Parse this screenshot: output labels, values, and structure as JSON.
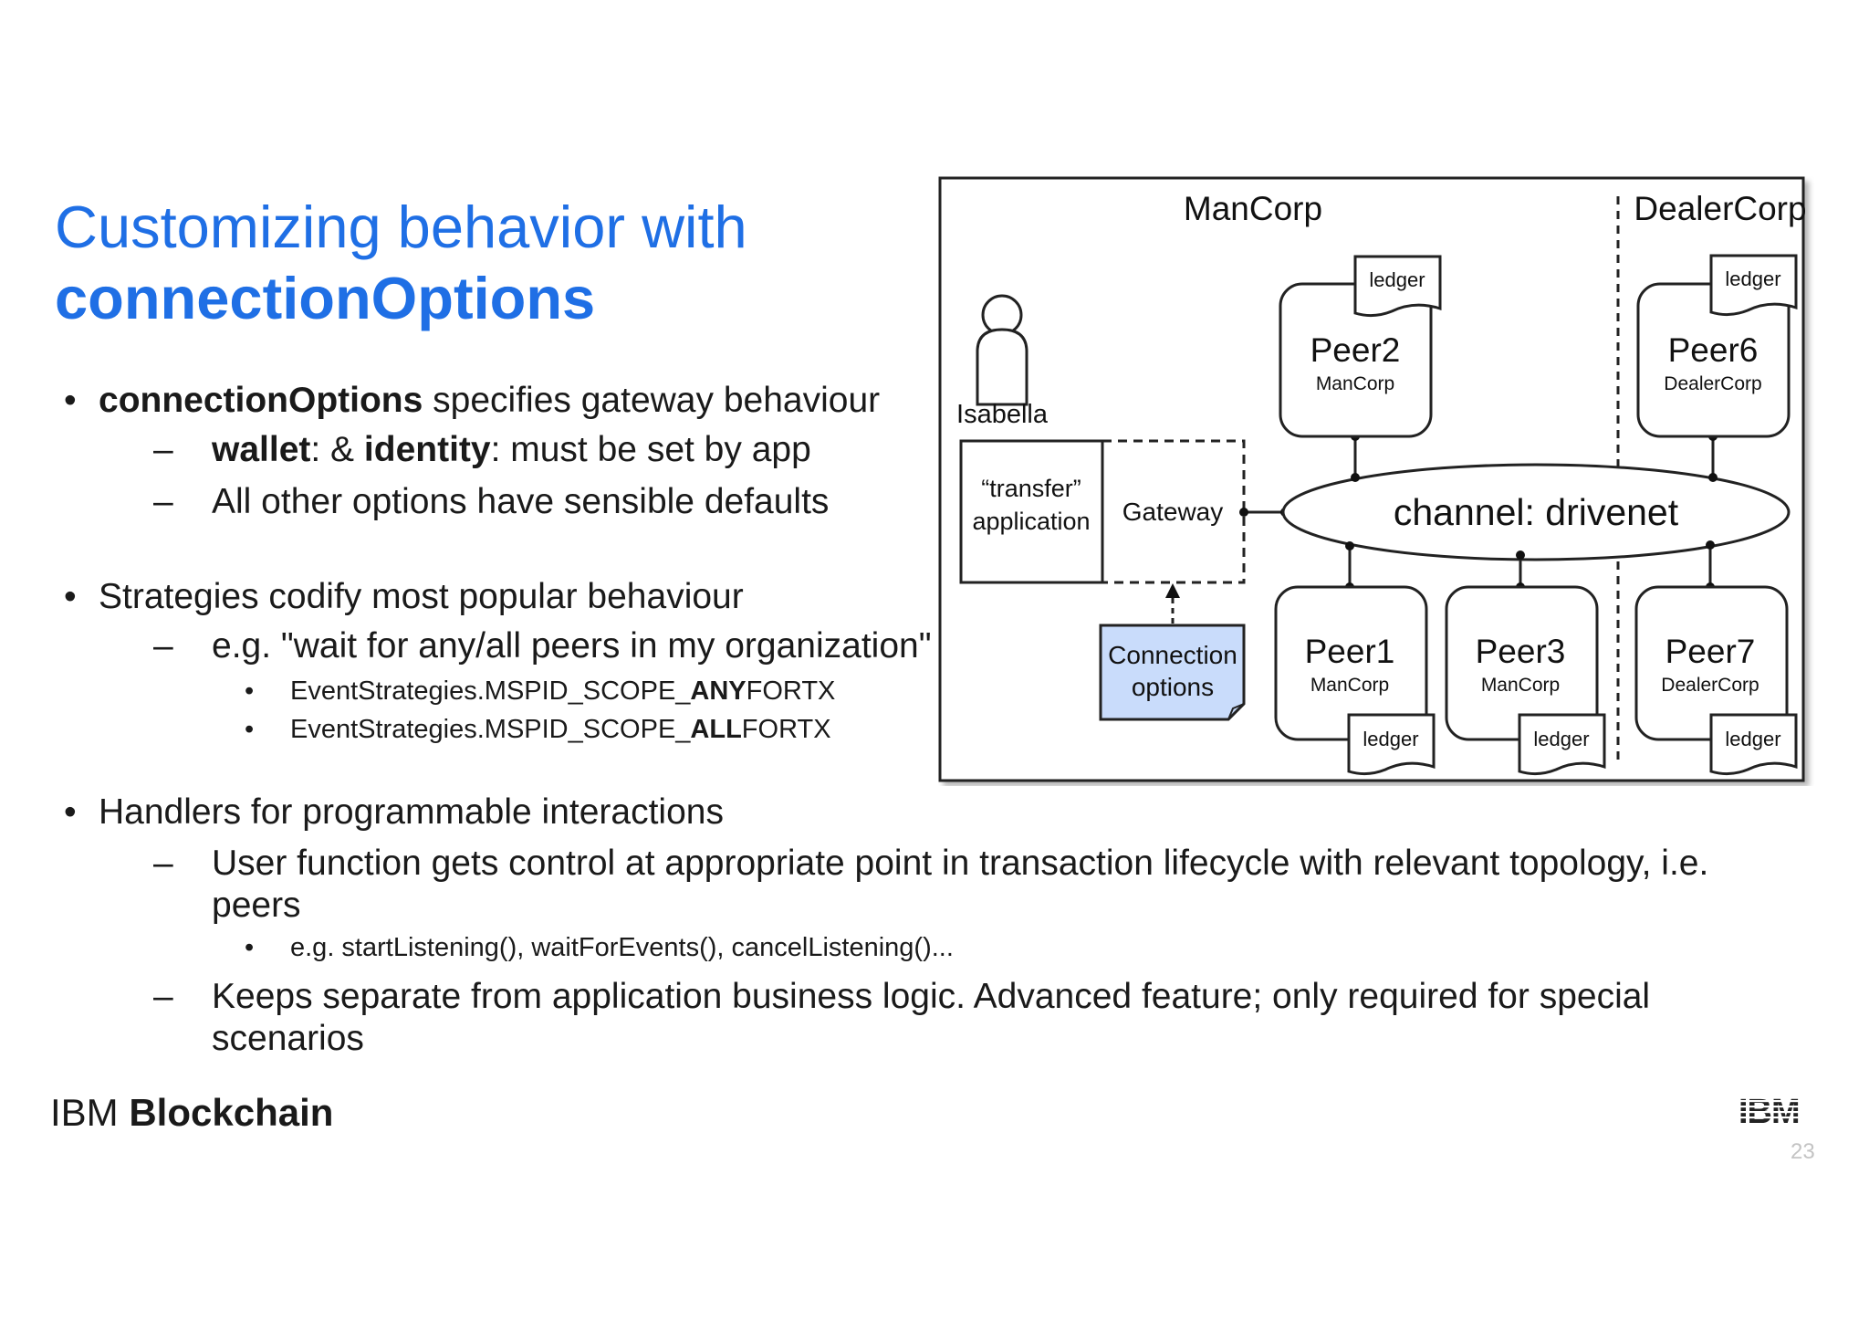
{
  "slide": {
    "title_line1": "Customizing behavior with",
    "title_line2": "connectionOptions",
    "bullets": {
      "b1": {
        "bold": "connectionOptions",
        "rest": " specifies gateway behaviour"
      },
      "b1a": {
        "bold1": "wallet",
        "mid": ": & ",
        "bold2": "identity",
        "rest": ": must be set by app"
      },
      "b1b": "All other options have sensible defaults",
      "b2": "Strategies codify most popular behaviour",
      "b2a": "e.g. \"wait for any/all peers in my organization\"",
      "b2a1": {
        "pre": "EventStrategies.MSPID_SCOPE_",
        "bold": "ANY",
        "post": "FORTX"
      },
      "b2a2": {
        "pre": "EventStrategies.MSPID_SCOPE_",
        "bold": "ALL",
        "post": "FORTX"
      },
      "b3": "Handlers for programmable interactions",
      "b3a_line1": "User function gets control at appropriate point in transaction lifecycle with relevant topology, i.e.",
      "b3a_line2": "peers",
      "b3a1": "e.g. startListening(), waitForEvents(), cancelListening()...",
      "b3b_line1": "Keeps separate from application business logic. Advanced feature; only required for special",
      "b3b_line2": "scenarios"
    },
    "bullet_symbol": "•",
    "dash_symbol": "–",
    "footer": {
      "brand_light": "IBM",
      "brand_bold": "Blockchain",
      "logo": "IBM",
      "page_number": "23"
    }
  },
  "diagram": {
    "org_left": "ManCorp",
    "org_right": "DealerCorp",
    "user": "Isabella",
    "app_line1": "“transfer”",
    "app_line2": "application",
    "gateway": "Gateway",
    "connection_line1": "Connection",
    "connection_line2": "options",
    "channel": "channel: drivenet",
    "ledger": "ledger",
    "peers": {
      "peer2": {
        "name": "Peer2",
        "org": "ManCorp"
      },
      "peer6": {
        "name": "Peer6",
        "org": "DealerCorp"
      },
      "peer1": {
        "name": "Peer1",
        "org": "ManCorp"
      },
      "peer3": {
        "name": "Peer3",
        "org": "ManCorp"
      },
      "peer7": {
        "name": "Peer7",
        "org": "DealerCorp"
      }
    },
    "colors": {
      "connection_fill": "#c9dcfb",
      "title_blue": "#1f6fe5"
    }
  }
}
